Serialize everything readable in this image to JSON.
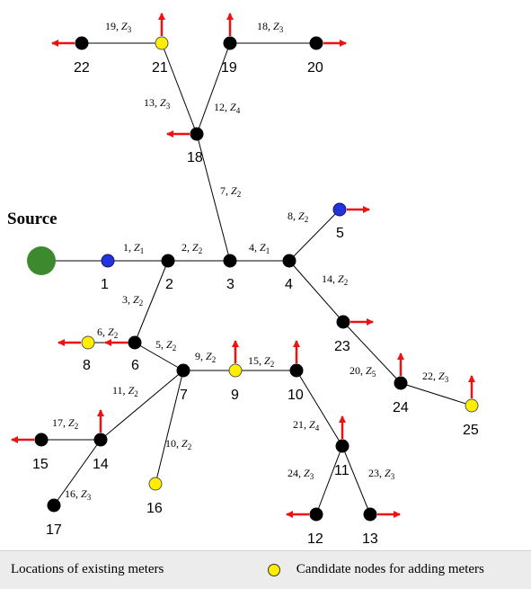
{
  "source": {
    "label": "Source"
  },
  "colors": {
    "meter_existing": "#2233dd",
    "candidate": "#ffee00",
    "bus": "#000000",
    "source": "#3d8a2e",
    "load_arrow": "#ee1111",
    "legend_background": "#ececec"
  },
  "nodes": [
    {
      "id": "1",
      "label": "1",
      "type": "meter"
    },
    {
      "id": "2",
      "label": "2",
      "type": "bus"
    },
    {
      "id": "3",
      "label": "3",
      "type": "bus"
    },
    {
      "id": "4",
      "label": "4",
      "type": "bus"
    },
    {
      "id": "5",
      "label": "5",
      "type": "meter"
    },
    {
      "id": "6",
      "label": "6",
      "type": "bus"
    },
    {
      "id": "7",
      "label": "7",
      "type": "bus"
    },
    {
      "id": "8",
      "label": "8",
      "type": "candidate"
    },
    {
      "id": "9",
      "label": "9",
      "type": "candidate"
    },
    {
      "id": "10",
      "label": "10",
      "type": "bus"
    },
    {
      "id": "11",
      "label": "11",
      "type": "bus"
    },
    {
      "id": "12",
      "label": "12",
      "type": "bus"
    },
    {
      "id": "13",
      "label": "13",
      "type": "bus"
    },
    {
      "id": "14",
      "label": "14",
      "type": "bus"
    },
    {
      "id": "15",
      "label": "15",
      "type": "bus"
    },
    {
      "id": "16",
      "label": "16",
      "type": "candidate"
    },
    {
      "id": "17",
      "label": "17",
      "type": "bus"
    },
    {
      "id": "18",
      "label": "18",
      "type": "bus"
    },
    {
      "id": "19",
      "label": "19",
      "type": "bus"
    },
    {
      "id": "20",
      "label": "20",
      "type": "bus"
    },
    {
      "id": "21",
      "label": "21",
      "type": "candidate"
    },
    {
      "id": "22",
      "label": "22",
      "type": "bus"
    },
    {
      "id": "23",
      "label": "23",
      "type": "bus"
    },
    {
      "id": "24",
      "label": "24",
      "type": "bus"
    },
    {
      "id": "25",
      "label": "25",
      "type": "candidate"
    }
  ],
  "edges": [
    {
      "from": "S",
      "to": "1",
      "num": "",
      "sub": ""
    },
    {
      "from": "1",
      "to": "2",
      "num": "1",
      "sub": "1"
    },
    {
      "from": "2",
      "to": "3",
      "num": "2",
      "sub": "2"
    },
    {
      "from": "3",
      "to": "4",
      "num": "4",
      "sub": "1"
    },
    {
      "from": "2",
      "to": "6",
      "num": "3",
      "sub": "2"
    },
    {
      "from": "6",
      "to": "8",
      "num": "6",
      "sub": "2"
    },
    {
      "from": "6",
      "to": "7",
      "num": "5",
      "sub": "2"
    },
    {
      "from": "7",
      "to": "9",
      "num": "9",
      "sub": "2"
    },
    {
      "from": "9",
      "to": "10",
      "num": "15",
      "sub": "2"
    },
    {
      "from": "7",
      "to": "14",
      "num": "11",
      "sub": "2"
    },
    {
      "from": "7",
      "to": "16",
      "num": "10",
      "sub": "2"
    },
    {
      "from": "14",
      "to": "15",
      "num": "17",
      "sub": "2"
    },
    {
      "from": "14",
      "to": "17",
      "num": "16",
      "sub": "3"
    },
    {
      "from": "10",
      "to": "11",
      "num": "21",
      "sub": "4"
    },
    {
      "from": "11",
      "to": "12",
      "num": "24",
      "sub": "3"
    },
    {
      "from": "11",
      "to": "13",
      "num": "23",
      "sub": "3"
    },
    {
      "from": "3",
      "to": "18",
      "num": "7",
      "sub": "2"
    },
    {
      "from": "18",
      "to": "21",
      "num": "13",
      "sub": "3"
    },
    {
      "from": "18",
      "to": "19",
      "num": "12",
      "sub": "4"
    },
    {
      "from": "21",
      "to": "22",
      "num": "19",
      "sub": "3"
    },
    {
      "from": "19",
      "to": "20",
      "num": "18",
      "sub": "3"
    },
    {
      "from": "4",
      "to": "5",
      "num": "8",
      "sub": "2"
    },
    {
      "from": "4",
      "to": "23",
      "num": "14",
      "sub": "2"
    },
    {
      "from": "23",
      "to": "24",
      "num": "20",
      "sub": "5"
    },
    {
      "from": "24",
      "to": "25",
      "num": "22",
      "sub": "3"
    }
  ],
  "legend": {
    "existing_label": "Locations of existing meters",
    "candidate_label": "Candidate nodes for adding meters"
  }
}
